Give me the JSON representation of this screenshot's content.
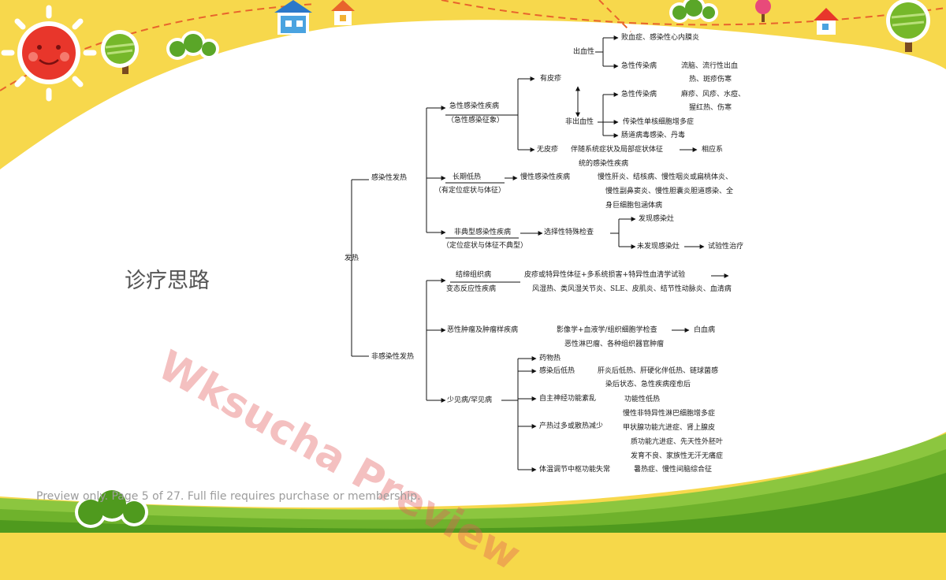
{
  "slide": {
    "title": "诊疗思路",
    "watermark": "Wksucha Preview",
    "footer": "Preview only. Page 5 of 27. Full file requires purchase or membership."
  },
  "diagram": {
    "root": "发热",
    "infectious": {
      "label": "感染性发热",
      "acute": {
        "label": "急性感染性疾病",
        "sub": "（急性感染征象）",
        "rash": {
          "label": "有皮疹",
          "hemorrhagic": {
            "label": "出血性",
            "sepsis": "败血症、感染性心内膜炎",
            "acute_infectious": "急性传染病",
            "acute_infectious_detail_1": "流脑、流行性出血",
            "acute_infectious_detail_2": "热、斑疹伤寒"
          },
          "non_hemorrhagic": {
            "label": "非出血性",
            "acute_infectious": "急性传染病",
            "detail_1": "麻疹、风疹、水痘、",
            "detail_2": "猩红热、伤寒",
            "mono": "传染性单核细胞增多症",
            "enteric": "肠道病毒感染、丹毒"
          }
        },
        "no_rash": {
          "label": "无皮疹",
          "detail_1": "伴随系统症状及局部症状体征",
          "detail_2": "统的感染性疾病",
          "result": "相应系"
        }
      },
      "chronic": {
        "label": "长期低热",
        "sub": "（有定位症状与体征）",
        "disease": "慢性感染性疾病",
        "detail_1": "慢性肝炎、结核病、慢性咽炎或扁桃体炎、",
        "detail_2": "慢性副鼻窦炎、慢性胆囊炎胆道感染、全",
        "detail_3": "身巨细胞包涵体病"
      },
      "atypical": {
        "label": "非典型感染性疾病",
        "sub": "（定位症状与体征不典型）",
        "exam": "选择性特殊检查",
        "found": "发现感染灶",
        "not_found": "未发现感染灶",
        "trial": "试验性治疗"
      }
    },
    "noninfectious": {
      "label": "非感染性发热",
      "connective": {
        "label": "结缔组织病",
        "sub": "变态反应性疾病",
        "detail_1": "皮疹或特异性体征+多系统损害+特异性血清学试验",
        "detail_2": "风湿热、类风湿关节炎、SLE、皮肌炎、结节性动脉炎、血清病"
      },
      "tumor": {
        "label": "恶性肿瘤及肿瘤样疾病",
        "exam": "影像学+血液学/组织细胞学检查",
        "result": "白血病",
        "detail": "恶性淋巴瘤、各种组织器官肿瘤"
      },
      "rare": {
        "label": "少见病/罕见病",
        "drug": "药物热",
        "post_infection": "感染后低热",
        "post_infection_detail_1": "肝炎后低热、肝硬化伴低热、链球菌感",
        "post_infection_detail_2": "染后状态、急性疾病痊愈后",
        "autonomic": "自主神经功能紊乱",
        "autonomic_detail": "功能性低热",
        "heat": "产热过多或散热减少",
        "heat_detail_1": "慢性非特异性淋巴细胞增多症",
        "heat_detail_2": "甲状腺功能亢进症、肾上腺皮",
        "heat_detail_3": "质功能亢进症、先天性外胚叶",
        "heat_detail_4": "发育不良、家族性无汗无痛症",
        "center": "体温调节中枢功能失常",
        "center_detail": "暑热症、慢性间脑综合征"
      }
    }
  }
}
